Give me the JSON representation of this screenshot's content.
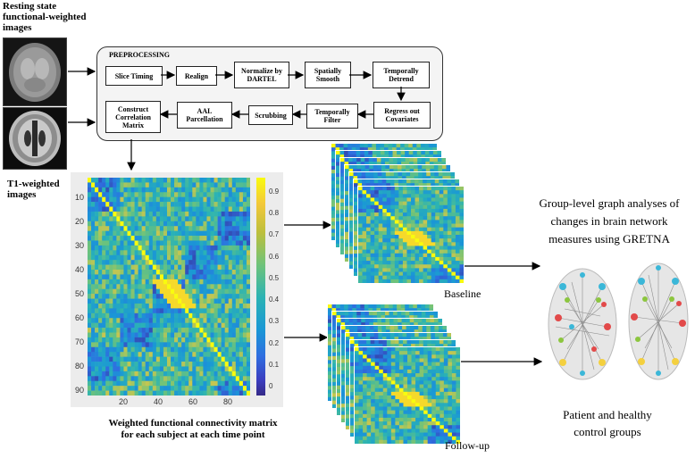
{
  "labels": {
    "resting": "Resting state\nfunctional-weighted\nimages",
    "t1": "T1-weighted\nimages",
    "preprocessing_title": "PREPROCESSING",
    "matrix_caption": "Weighted functional connectivity matrix\nfor each subject at each time point",
    "baseline": "Baseline",
    "followup": "Follow-up",
    "group_analysis": "Group-level graph analyses of\nchanges in brain network\nmeasures using GRETNA",
    "groups": "Patient and healthy\ncontrol groups"
  },
  "steps": {
    "slice_timing": "Slice Timing",
    "realign": "Realign",
    "normalize": "Normalize by\nDARTEL",
    "smooth": "Spatially\nSmooth",
    "detrend": "Temporally\nDetrend",
    "regress": "Regress out\nCovariates",
    "filter": "Temporally\nFilter",
    "scrubbing": "Scrubbing",
    "aal": "AAL\nParcellation",
    "correlation": "Construct\nCorrelation\nMatrix"
  },
  "matrix_axes": {
    "y_ticks": [
      "10",
      "20",
      "30",
      "40",
      "50",
      "60",
      "70",
      "80",
      "90"
    ],
    "x_ticks": [
      "20",
      "40",
      "60",
      "80"
    ],
    "colorbar_ticks": [
      "0.9",
      "0.8",
      "0.7",
      "0.6",
      "0.5",
      "0.4",
      "0.3",
      "0.2",
      "0.1",
      "0"
    ]
  },
  "colors": {
    "matrix_low": "#2a2f9a",
    "matrix_mid": "#2aa7c9",
    "matrix_high": "#f7d43a",
    "arrow": "#000000",
    "node_blue": "#3bb7d8",
    "node_red": "#e24a4a",
    "node_green": "#8cc63f",
    "node_yellow": "#f4d03f"
  }
}
